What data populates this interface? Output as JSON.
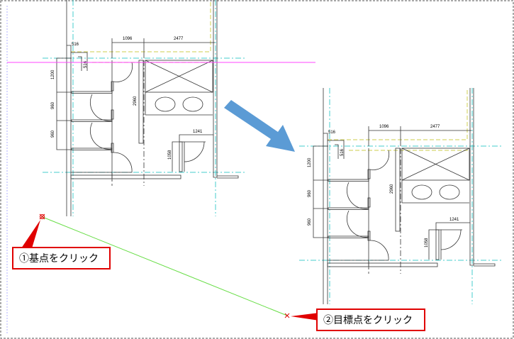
{
  "plan": {
    "dimensions": {
      "top_left": "516",
      "top_mid": "1096",
      "top_right": "2477",
      "small": "516",
      "left_1": "1200",
      "left_2": "960",
      "left_3": "960",
      "center": "2960",
      "room_width": "1241",
      "room_height": "1058"
    }
  },
  "callouts": {
    "base_point": "①基点をクリック",
    "target_point": "②目標点をクリック"
  },
  "colors": {
    "callout_border": "#e00000",
    "arrow": "#5b9bd5",
    "guide_line": "#66dd44",
    "magenta_line": "#ff44ff",
    "centerline": "#44cccc"
  }
}
